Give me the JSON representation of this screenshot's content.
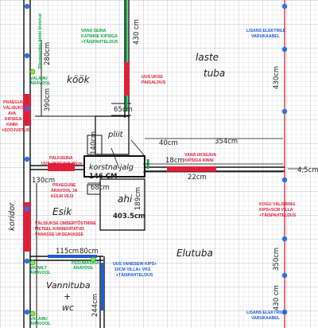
{
  "colors": {
    "grid": "#c9cfd6",
    "wall": "#111111",
    "red": "#e0203a",
    "green": "#14a84a",
    "blue": "#1e5bd6",
    "lime": "#7cf03a",
    "blueDot": "#2f6fe8"
  },
  "rooms": {
    "kitchen": "köök",
    "living_room_line1": "laste",
    "living_room_line2": "tuba",
    "hall": "Esik",
    "corridor": "koridor",
    "main_room": "Elutuba",
    "bathroom_line1": "Vannituba",
    "bathroom_line2": "+",
    "bathroom_line3": "wc",
    "stove": "pliit",
    "chimney": "korstna jalg",
    "oven": "ahi"
  },
  "dimensions": {
    "d_430_top": "430 cm",
    "d_430_right": "430cm",
    "d_430_bottom": "430 cm",
    "d_350_right": "350cm",
    "d_280": "280cm",
    "d_390": "390cm",
    "d_140": "140cm",
    "d_65": "65cm",
    "d_40": "40cm",
    "d_354": "354cm",
    "d_18": "18cm",
    "d_22": "22cm",
    "d_45": "4,5cm",
    "d_130": "130cm",
    "d_68": "68cm",
    "d_chimney": "146 CM",
    "d_oven": "403.5cm",
    "d_189": "189cm",
    "d_244": "244cm",
    "d_115": "115cm",
    "d_80": "80cm"
  },
  "annotations": {
    "green_top_1": "VANA SEINA",
    "green_top_2": "KATMINE KIPSIGA",
    "green_top_3": "+TÄISPAHTELDUS",
    "green_left_vertical": "Plasmeeritav kööki tõstetud",
    "green_valamu_1": "VALAMU",
    "green_valamu_2": "ÄRAVOOL",
    "red_door_1": "UUS UKSE",
    "red_door_2": "PAIGALDUS",
    "red_wall_1": "PRAEGUNE",
    "red_wall_2": "VÄLISUKSE",
    "red_wall_3": "AVA",
    "red_wall_4": "KIPSIGA",
    "red_wall_5": "KINNI",
    "red_wall_6": "+SOOJUSTUS",
    "red_old_door_1": "PALKSEINA",
    "red_old_door_2": "UUS UKSEAVA 90cm",
    "red_drain_1": "PRAEGUNE",
    "red_drain_2": "ÄRAVOOL JA",
    "red_drain_3": "KÜLM VESI",
    "red_outer_1": "VÄLISUKSE ÜMBERTÕSTMINE",
    "red_outer_2": "METEEL KINNIEHITATUD",
    "red_outer_3": "VANASSE UKSEAVASSE",
    "red_center_1": "VANA UKSEAVA",
    "red_center_2": "KIPSIGA KINNI",
    "red_right_1": "KOGU VÄLISRING",
    "red_right_2": "KIPS+5CM VILLA",
    "red_right_3": "+TÄISPAHTELDUS",
    "green_pesu_1": "PESUMASINA",
    "green_pesu_2": "ÄRAVOOL",
    "green_wc_1": "WC/WLT",
    "green_wc_2": "ÄRAVOOL",
    "green_valamu2_1": "VALAMU",
    "green_valamu2_2": "ÄRAVOOL",
    "blue_top_1": "LISANS ELEKTRILE",
    "blue_top_2": "VARUKAABEL",
    "blue_bottom_1": "LISANS ELEKTRILE",
    "blue_bottom_2": "VARUKAABEL",
    "blue_bath_1": "UUS VANESEIN KIPS+",
    "blue_bath_2": "10CM VILLA+ VKS",
    "blue_bath_3": "+TÄISPAHTELDUS"
  }
}
